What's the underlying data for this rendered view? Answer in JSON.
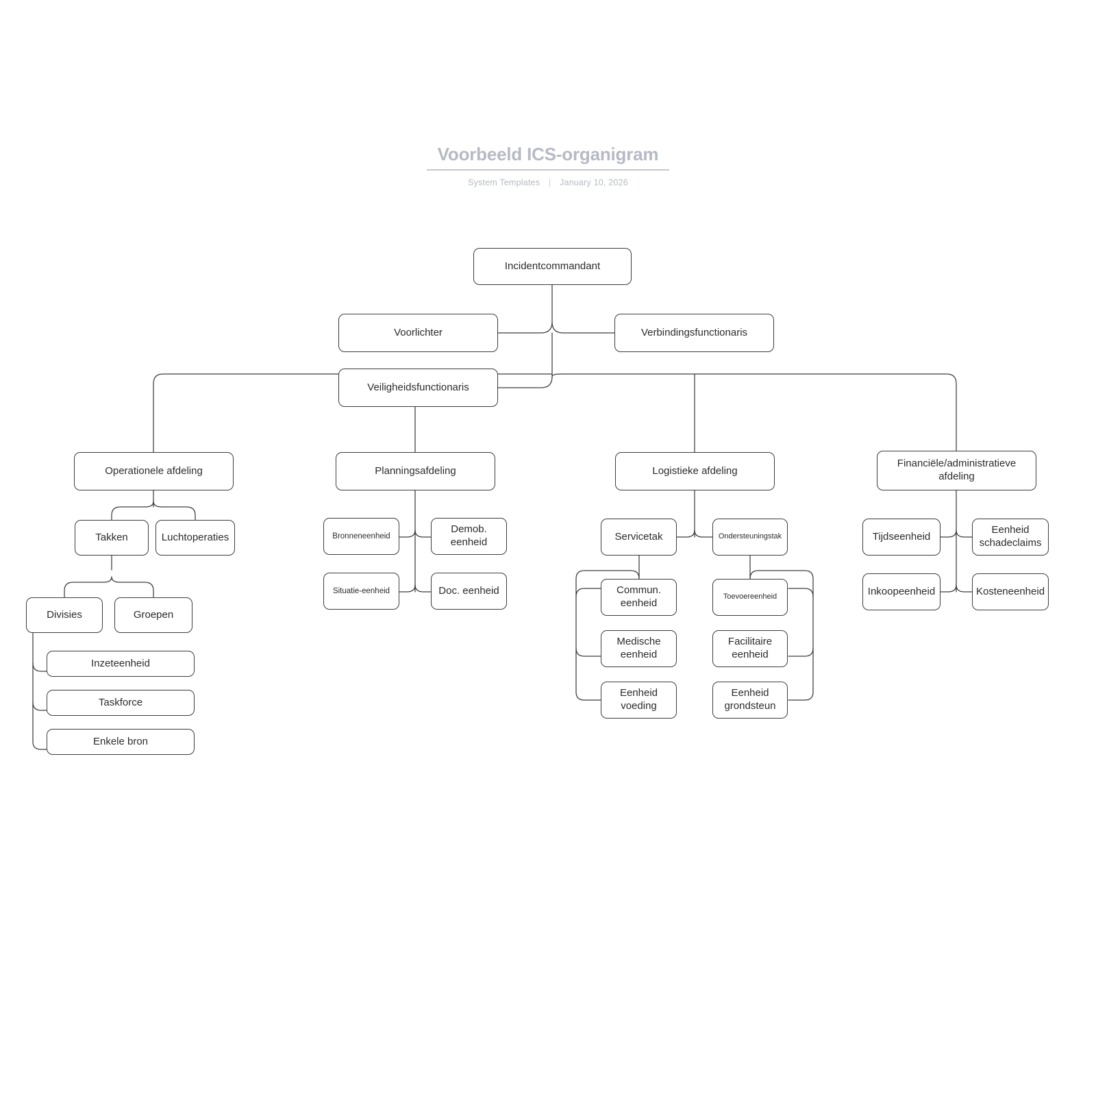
{
  "header": {
    "title": "Voorbeeld ICS-organigram",
    "source": "System Templates",
    "divider": "|",
    "date": "January 10, 2026"
  },
  "colors": {
    "background": "#ffffff",
    "node_border": "#3c3c3c",
    "node_fill": "#ffffff",
    "node_text": "#2b2b2b",
    "connector": "#3c3c3c",
    "title_text": "#b6bac4",
    "subtitle_text": "#b6bac4"
  },
  "chart_data": {
    "type": "org-chart",
    "title": "Voorbeeld ICS-organigram",
    "orientation": "top-down",
    "root": "Incidentcommandant",
    "nodes": [
      {
        "id": "ic",
        "label": "Incidentcommandant",
        "parent": null,
        "level": 0
      },
      {
        "id": "pio",
        "label": "Voorlichter",
        "parent": "ic",
        "level": 1
      },
      {
        "id": "liaison",
        "label": "Verbindingsfunctionaris",
        "parent": "ic",
        "level": 1
      },
      {
        "id": "safety",
        "label": "Veiligheidsfunctionaris",
        "parent": "ic",
        "level": 1
      },
      {
        "id": "ops",
        "label": "Operationele afdeling",
        "parent": "ic",
        "level": 2
      },
      {
        "id": "plan",
        "label": "Planningsafdeling",
        "parent": "ic",
        "level": 2
      },
      {
        "id": "log",
        "label": "Logistieke afdeling",
        "parent": "ic",
        "level": 2
      },
      {
        "id": "fin",
        "label": "Financiële/administratieve afdeling",
        "parent": "ic",
        "level": 2
      },
      {
        "id": "takken",
        "label": "Takken",
        "parent": "ops",
        "level": 3
      },
      {
        "id": "lucht",
        "label": "Luchtoperaties",
        "parent": "ops",
        "level": 3
      },
      {
        "id": "divisies",
        "label": "Divisies",
        "parent": "takken",
        "level": 4
      },
      {
        "id": "groepen",
        "label": "Groepen",
        "parent": "takken",
        "level": 4
      },
      {
        "id": "inzet",
        "label": "Inzeteenheid",
        "parent": "divisies",
        "level": 5
      },
      {
        "id": "taskforce",
        "label": "Taskforce",
        "parent": "divisies",
        "level": 5
      },
      {
        "id": "enkele",
        "label": "Enkele bron",
        "parent": "divisies",
        "level": 5
      },
      {
        "id": "bronnen",
        "label": "Bronneneenheid",
        "parent": "plan",
        "level": 3
      },
      {
        "id": "demob",
        "label": "Demob. eenheid",
        "parent": "plan",
        "level": 3
      },
      {
        "id": "situatie",
        "label": "Situatie-eenheid",
        "parent": "plan",
        "level": 3
      },
      {
        "id": "doc",
        "label": "Doc. eenheid",
        "parent": "plan",
        "level": 3
      },
      {
        "id": "service",
        "label": "Servicetak",
        "parent": "log",
        "level": 3
      },
      {
        "id": "onderst",
        "label": "Ondersteuningstak",
        "parent": "log",
        "level": 3
      },
      {
        "id": "commun",
        "label": "Commun. eenheid",
        "parent": "service",
        "level": 4
      },
      {
        "id": "medisch",
        "label": "Medische eenheid",
        "parent": "service",
        "level": 4
      },
      {
        "id": "voeding",
        "label": "Eenheid voeding",
        "parent": "service",
        "level": 4
      },
      {
        "id": "toevoer",
        "label": "Toevoereenheid",
        "parent": "onderst",
        "level": 4
      },
      {
        "id": "facilit",
        "label": "Facilitaire eenheid",
        "parent": "onderst",
        "level": 4
      },
      {
        "id": "grond",
        "label": "Eenheid grondsteun",
        "parent": "onderst",
        "level": 4
      },
      {
        "id": "tijd",
        "label": "Tijdseenheid",
        "parent": "fin",
        "level": 3
      },
      {
        "id": "schade",
        "label": "Eenheid schadeclaims",
        "parent": "fin",
        "level": 3
      },
      {
        "id": "inkoop",
        "label": "Inkoopeenheid",
        "parent": "fin",
        "level": 3
      },
      {
        "id": "kosten",
        "label": "Kosteneenheid",
        "parent": "fin",
        "level": 3
      }
    ]
  },
  "nodes": {
    "ic": "Incidentcommandant",
    "pio": "Voorlichter",
    "liaison": "Verbindingsfunctionaris",
    "safety": "Veiligheidsfunctionaris",
    "ops": "Operationele afdeling",
    "plan": "Planningsafdeling",
    "log": "Logistieke afdeling",
    "fin": "Financiële/administratieve afdeling",
    "takken": "Takken",
    "lucht": "Luchtoperaties",
    "divisies": "Divisies",
    "groepen": "Groepen",
    "inzet": "Inzeteenheid",
    "taskforce": "Taskforce",
    "enkele": "Enkele bron",
    "bronnen": "Bronneneenheid",
    "demob": "Demob. eenheid",
    "situatie": "Situatie-eenheid",
    "doc": "Doc. eenheid",
    "service": "Servicetak",
    "onderst": "Ondersteuningstak",
    "commun": "Commun. eenheid",
    "medisch": "Medische eenheid",
    "voeding": "Eenheid voeding",
    "toevoer": "Toevoereenheid",
    "facilit": "Facilitaire eenheid",
    "grond": "Eenheid grondsteun",
    "tijd": "Tijdseenheid",
    "schade": "Eenheid schadeclaims",
    "inkoop": "Inkoopeenheid",
    "kosten": "Kosteneenheid"
  }
}
